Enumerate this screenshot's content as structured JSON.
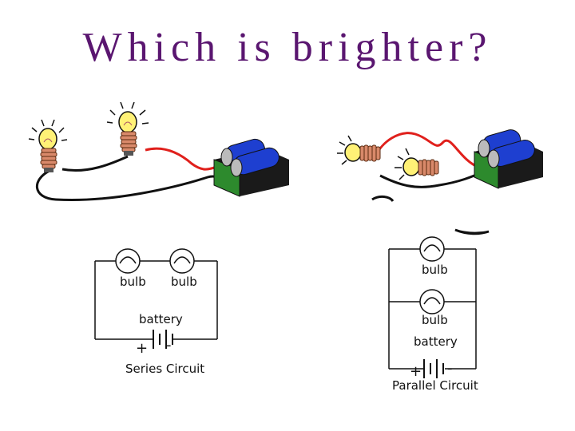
{
  "title": "Which is brighter?",
  "series_circuit": {
    "bulb_left_label": "bulb",
    "bulb_right_label": "bulb",
    "battery_label": "battery",
    "plus": "+",
    "minus": "-",
    "caption": "Series Circuit"
  },
  "parallel_circuit": {
    "bulb_top_label": "bulb",
    "bulb_bottom_label": "bulb",
    "battery_label": "battery",
    "plus": "+",
    "minus": "-",
    "caption": "Parallel Circuit"
  },
  "colors": {
    "title": "#5a1670",
    "wire_red": "#e0201c",
    "wire_black": "#111111",
    "battery_blue": "#1e3fd0",
    "battery_green": "#2d8a2d",
    "bulb_yellow": "#fff176",
    "coil": "#d9896a"
  }
}
